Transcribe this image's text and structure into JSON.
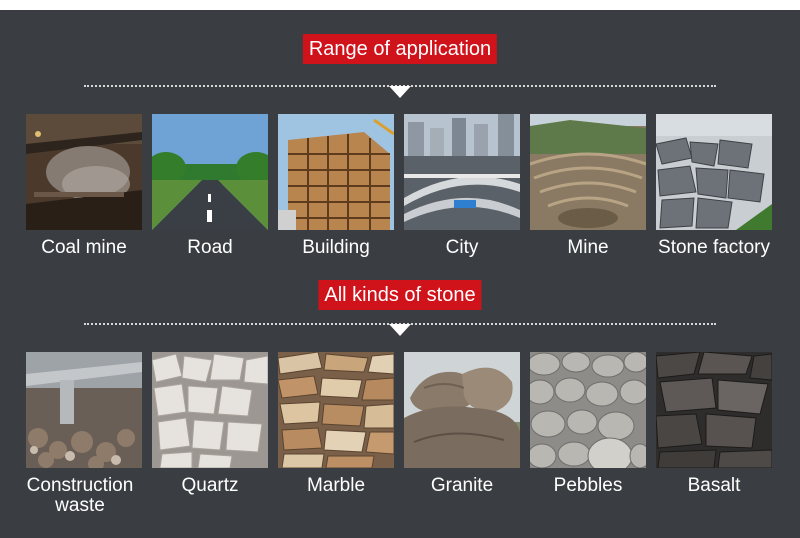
{
  "section1": {
    "title": "Range of application",
    "items": [
      {
        "label": "Coal mine",
        "image": "coal-mine-photo"
      },
      {
        "label": "Road",
        "image": "road-photo"
      },
      {
        "label": "Building",
        "image": "building-photo"
      },
      {
        "label": "City",
        "image": "city-photo"
      },
      {
        "label": "Mine",
        "image": "mine-photo"
      },
      {
        "label": "Stone factory",
        "image": "stone-factory-photo"
      }
    ]
  },
  "section2": {
    "title": "All kinds of stone",
    "items": [
      {
        "label": "Construction waste",
        "image": "construction-waste-photo"
      },
      {
        "label": "Quartz",
        "image": "quartz-photo"
      },
      {
        "label": "Marble",
        "image": "marble-photo"
      },
      {
        "label": "Granite",
        "image": "granite-photo"
      },
      {
        "label": "Pebbles",
        "image": "pebbles-photo"
      },
      {
        "label": "Basalt",
        "image": "basalt-photo"
      }
    ]
  },
  "colors": {
    "background": "#3a3d41",
    "heading_bg": "#d0121b",
    "text": "#ffffff"
  }
}
